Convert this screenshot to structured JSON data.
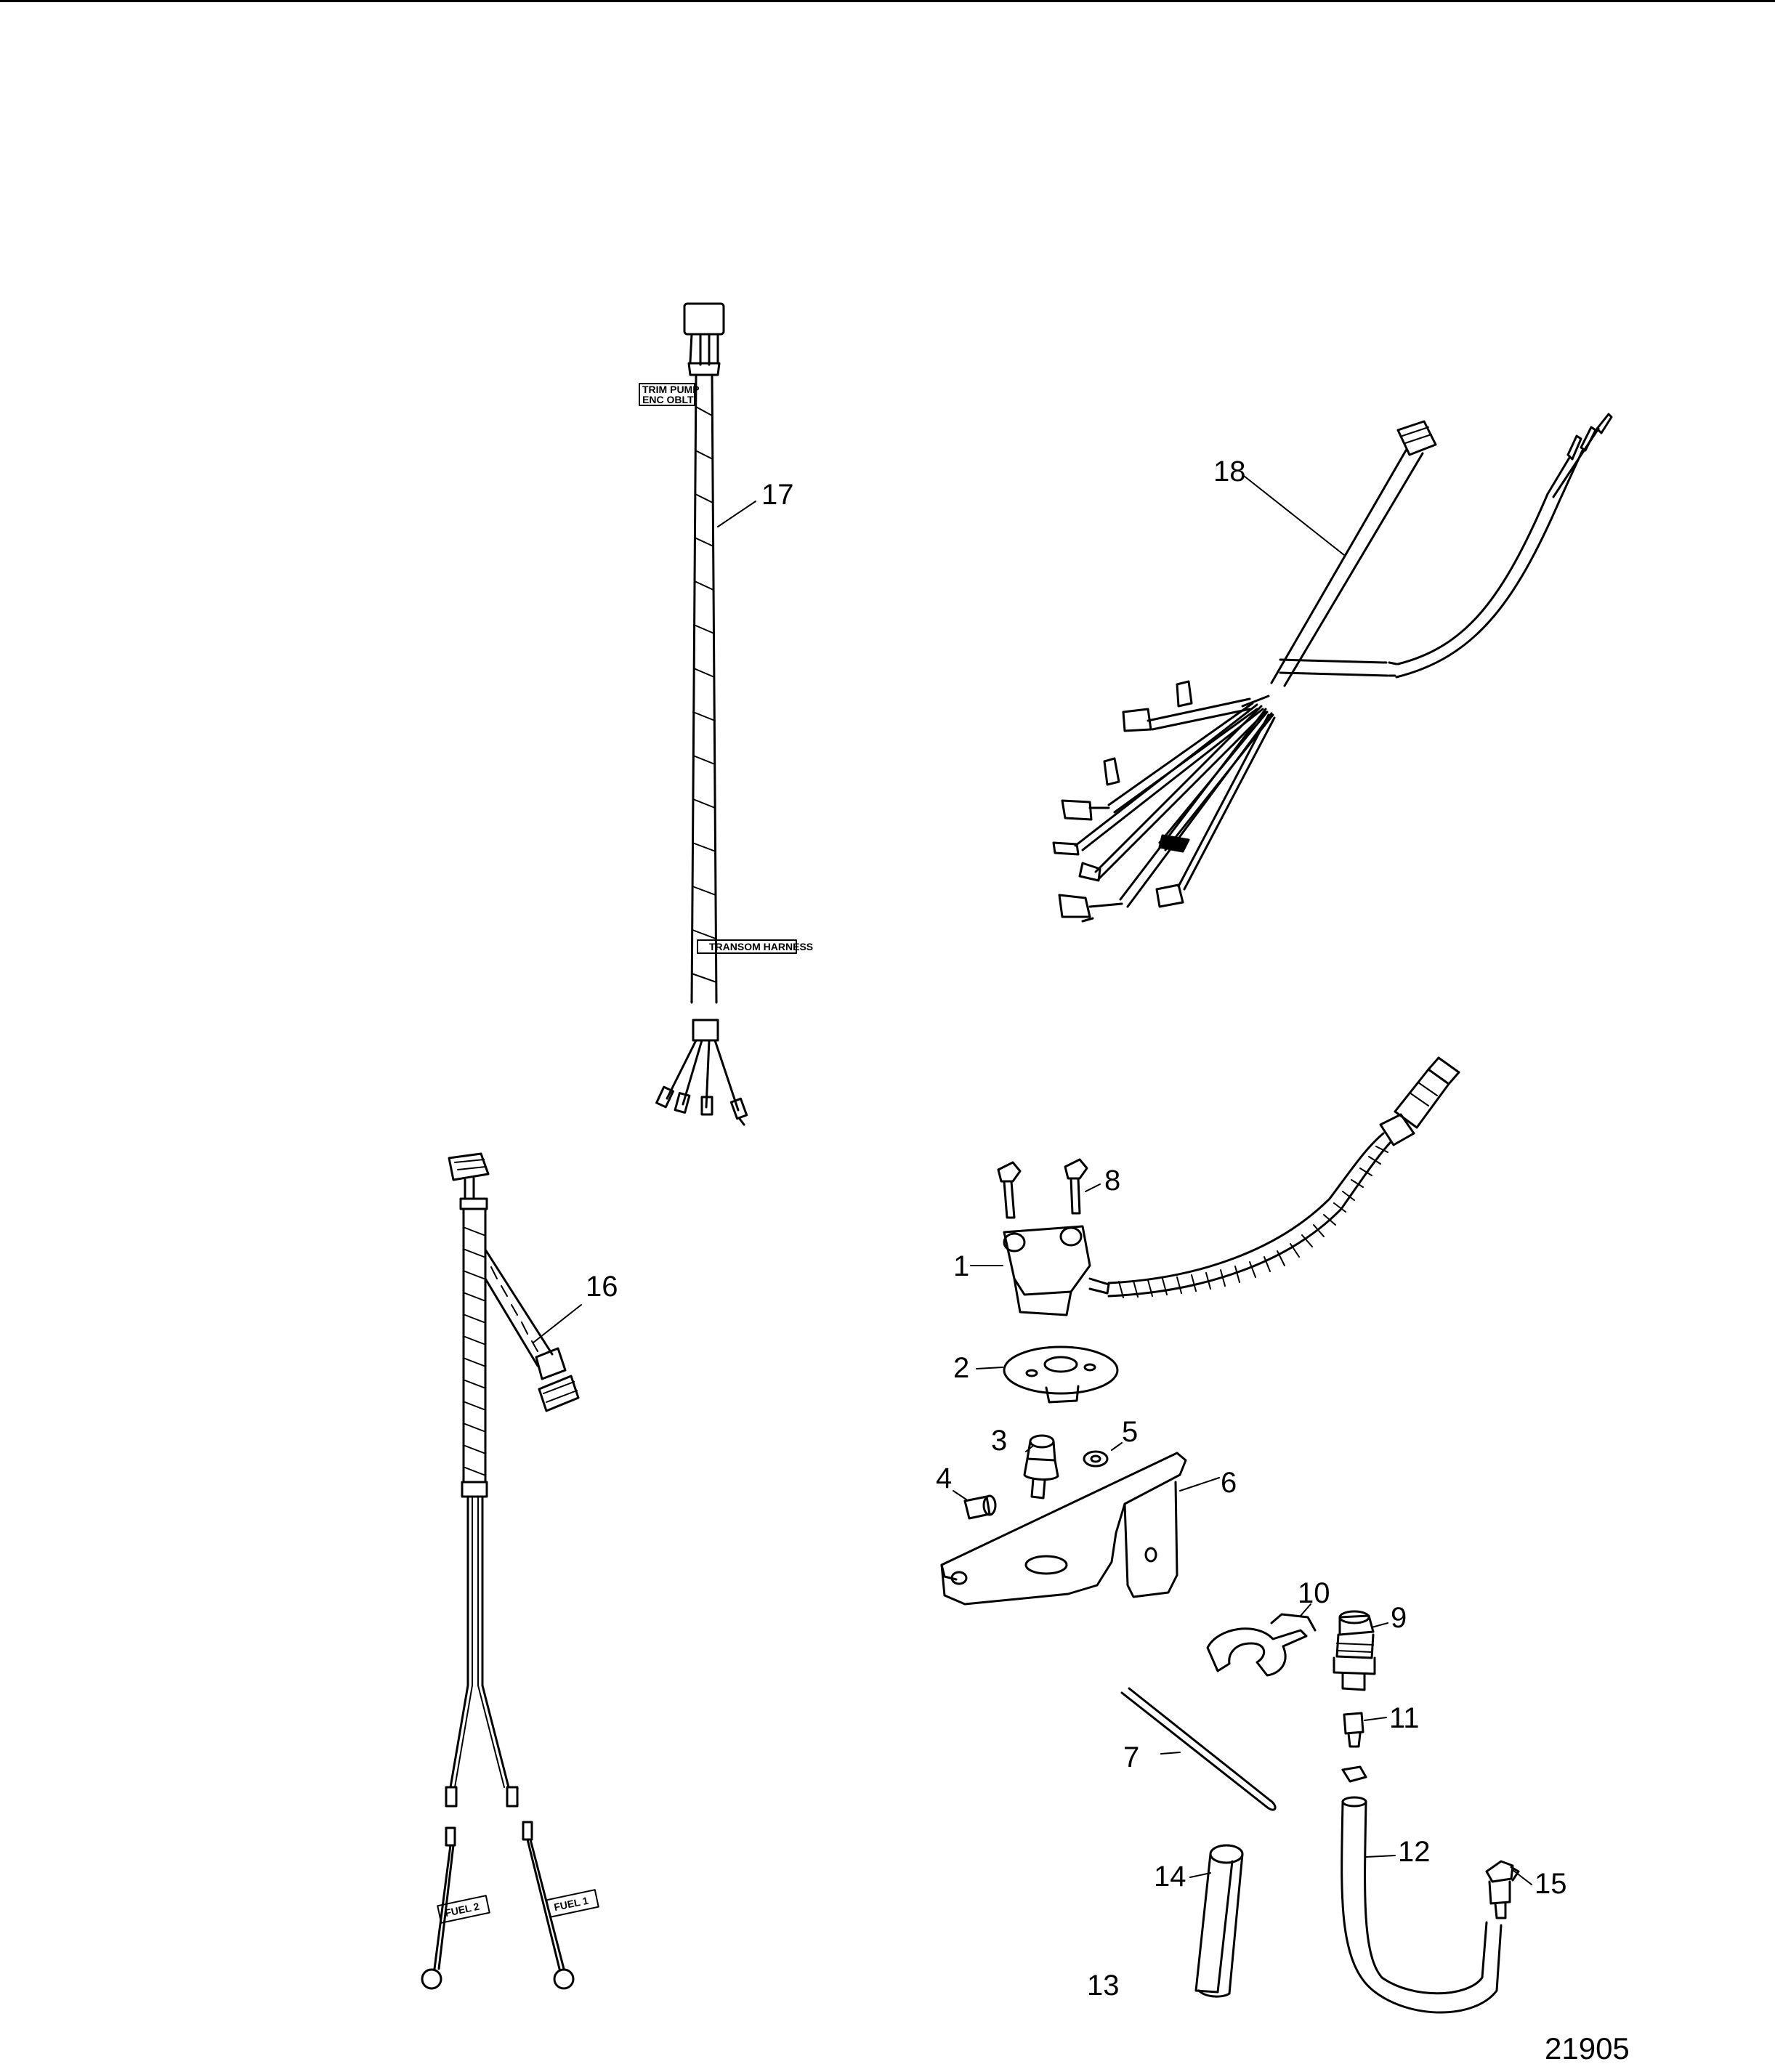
{
  "callouts": {
    "c1": "1",
    "c2": "2",
    "c3": "3",
    "c4": "4",
    "c5": "5",
    "c6": "6",
    "c7": "7",
    "c8": "8",
    "c9": "9",
    "c10": "10",
    "c11": "11",
    "c12": "12",
    "c13": "13",
    "c14": "14",
    "c15": "15",
    "c16": "16",
    "c17": "17",
    "c18": "18"
  },
  "tags": {
    "trim_pump_line1": "TRIM PUMP",
    "trim_pump_line2": "ENC OBLT",
    "transom_harness": "TRANSOM HARNESS",
    "fuel_1": "FUEL 1",
    "fuel_2": "FUEL 2"
  },
  "drawing_number": "21905"
}
